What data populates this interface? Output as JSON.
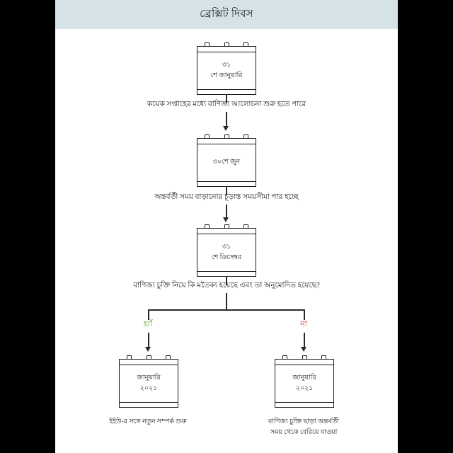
{
  "header": {
    "title": "ব্রেক্সিট দিবস",
    "band_color": "#d5e3e8"
  },
  "colors": {
    "yes": "#6f9c3c",
    "no": "#c0392b",
    "ink": "#1a1a1a",
    "letterbox": "#000000",
    "canvas": "#ffffff"
  },
  "nodes": {
    "jan31": {
      "line1": "৩১",
      "line2": "শে জানুয়ারি"
    },
    "jun30": {
      "line1": "৩০শে জুন",
      "line2": ""
    },
    "dec31": {
      "line1": "৩১",
      "line2": "শে ডিসেম্বর"
    },
    "jan2021_left": {
      "line1": "জানুয়ারি",
      "line2": "২০২১"
    },
    "jan2021_right": {
      "line1": "জানুয়ারি",
      "line2": "২০২১"
    }
  },
  "steps": {
    "step1_text": "কয়েক সপ্তাহের মধ্যে বাণিজ্য আলোচনা শুরু হতে পারে",
    "step2_text": "অন্তর্বর্তী সময় বাড়ানোর চূড়ান্ত সময়সীমা পার হচ্ছে",
    "decision_text": "বাণিজ্য চুক্তি নিয়ে কি মতৈক্য হয়েছে এবং তা অনুমোদিত হয়েছে?"
  },
  "branches": {
    "yes_label": "হ্যাঁ",
    "no_label": "না"
  },
  "captions": {
    "left_line1": "ইইউ-র সঙ্গে নতুন সম্পর্ক শুরু",
    "left_line2": "",
    "right_line1": "বাণিজ্য চুক্তি ছাড়া অন্তর্বর্তী",
    "right_line2": "সময় থেকে বেরিয়ে যাওয়া"
  },
  "icons": {
    "calendar": "calendar-icon",
    "arrow": "arrow-down-icon"
  }
}
